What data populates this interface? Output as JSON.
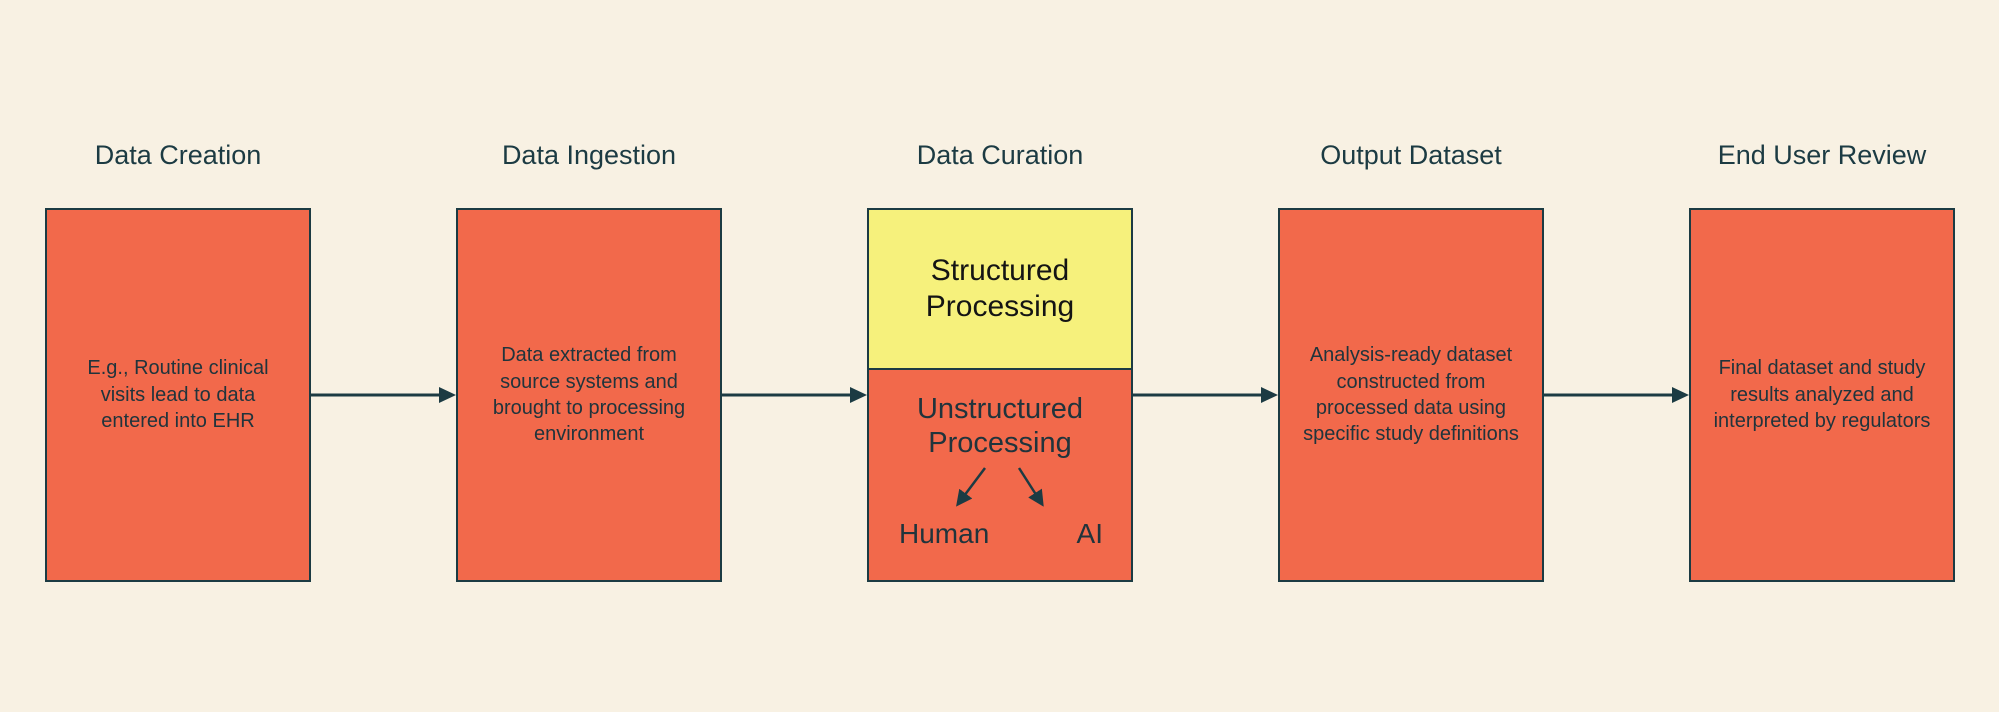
{
  "diagram": {
    "colors": {
      "background": "#F8F1E3",
      "box_orange": "#F2694B",
      "box_yellow": "#F6F17C",
      "outline": "#1C3B43",
      "text_dark": "#20343C"
    },
    "stages": [
      {
        "title": "Data Creation",
        "body": "E.g., Routine clinical visits lead to data entered into EHR"
      },
      {
        "title": "Data Ingestion",
        "body": "Data extracted from source systems and brought to processing environment"
      },
      {
        "title": "Data Curation",
        "structured_label": "Structured Processing",
        "unstructured_label": "Unstructured Processing",
        "human_label": "Human",
        "ai_label": "AI"
      },
      {
        "title": "Output Dataset",
        "body": "Analysis-ready dataset constructed from processed data using specific study definitions"
      },
      {
        "title": "End User Review",
        "body": "Final dataset and study results analyzed and interpreted by regulators"
      }
    ]
  }
}
